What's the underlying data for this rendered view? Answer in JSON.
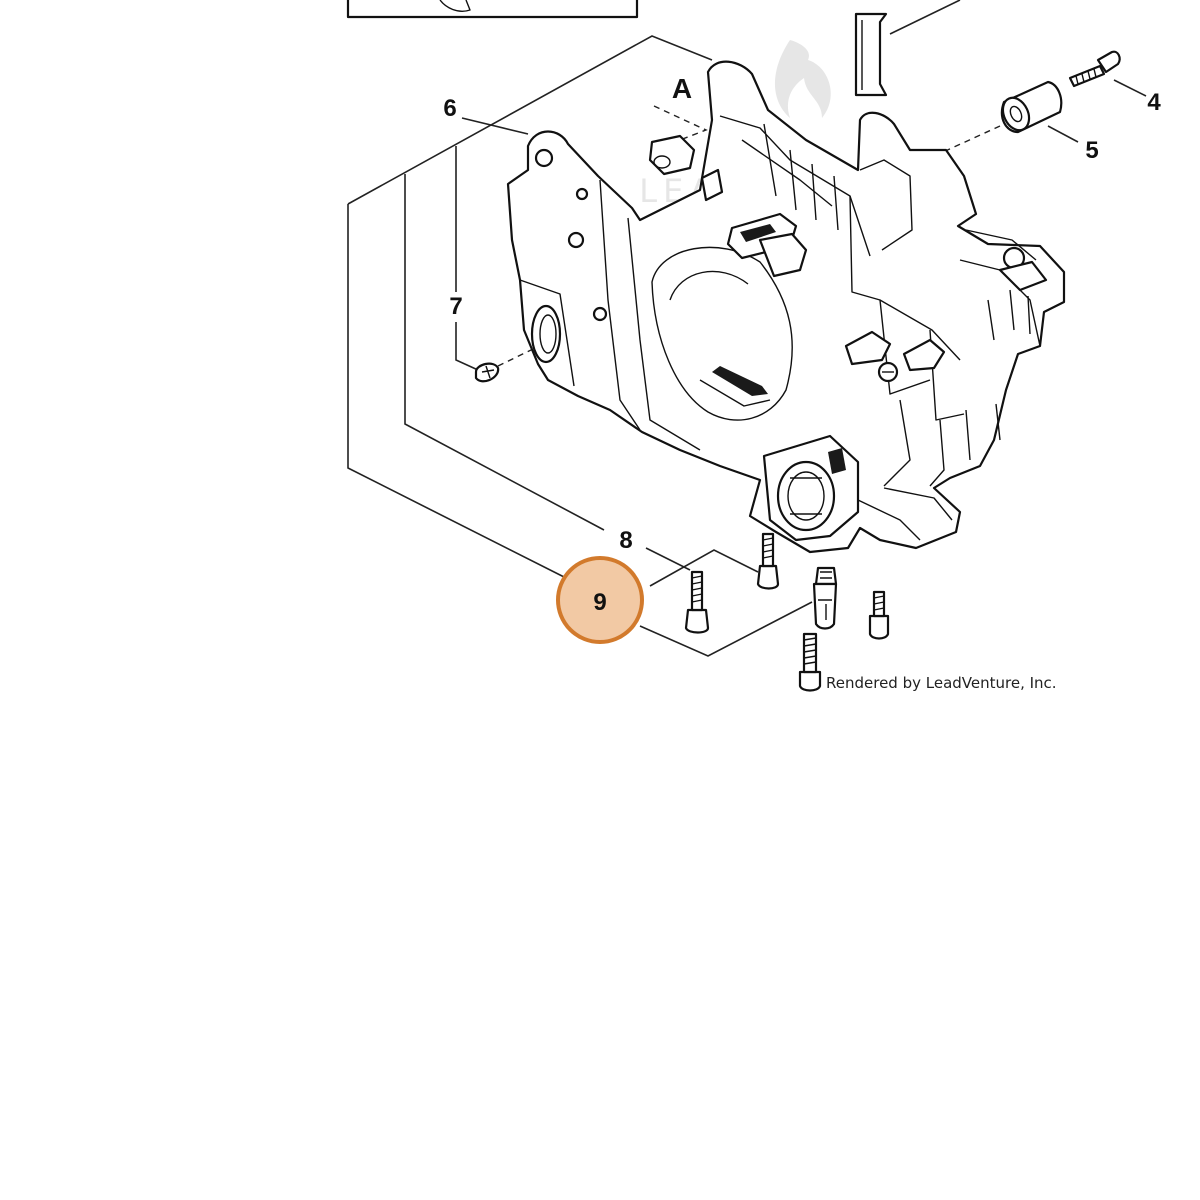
{
  "diagram": {
    "callouts": {
      "c4": "4",
      "c5": "5",
      "c6": "6",
      "c7": "7",
      "c8": "8",
      "c9": "9",
      "cA": "A"
    },
    "highlighted_callout": "9",
    "highlight_color": "#f2c9a4",
    "highlight_border_color": "#d27a2c",
    "watermark_text": "LEADVENTURE",
    "credit": "Rendered by LeadVenture, Inc."
  }
}
